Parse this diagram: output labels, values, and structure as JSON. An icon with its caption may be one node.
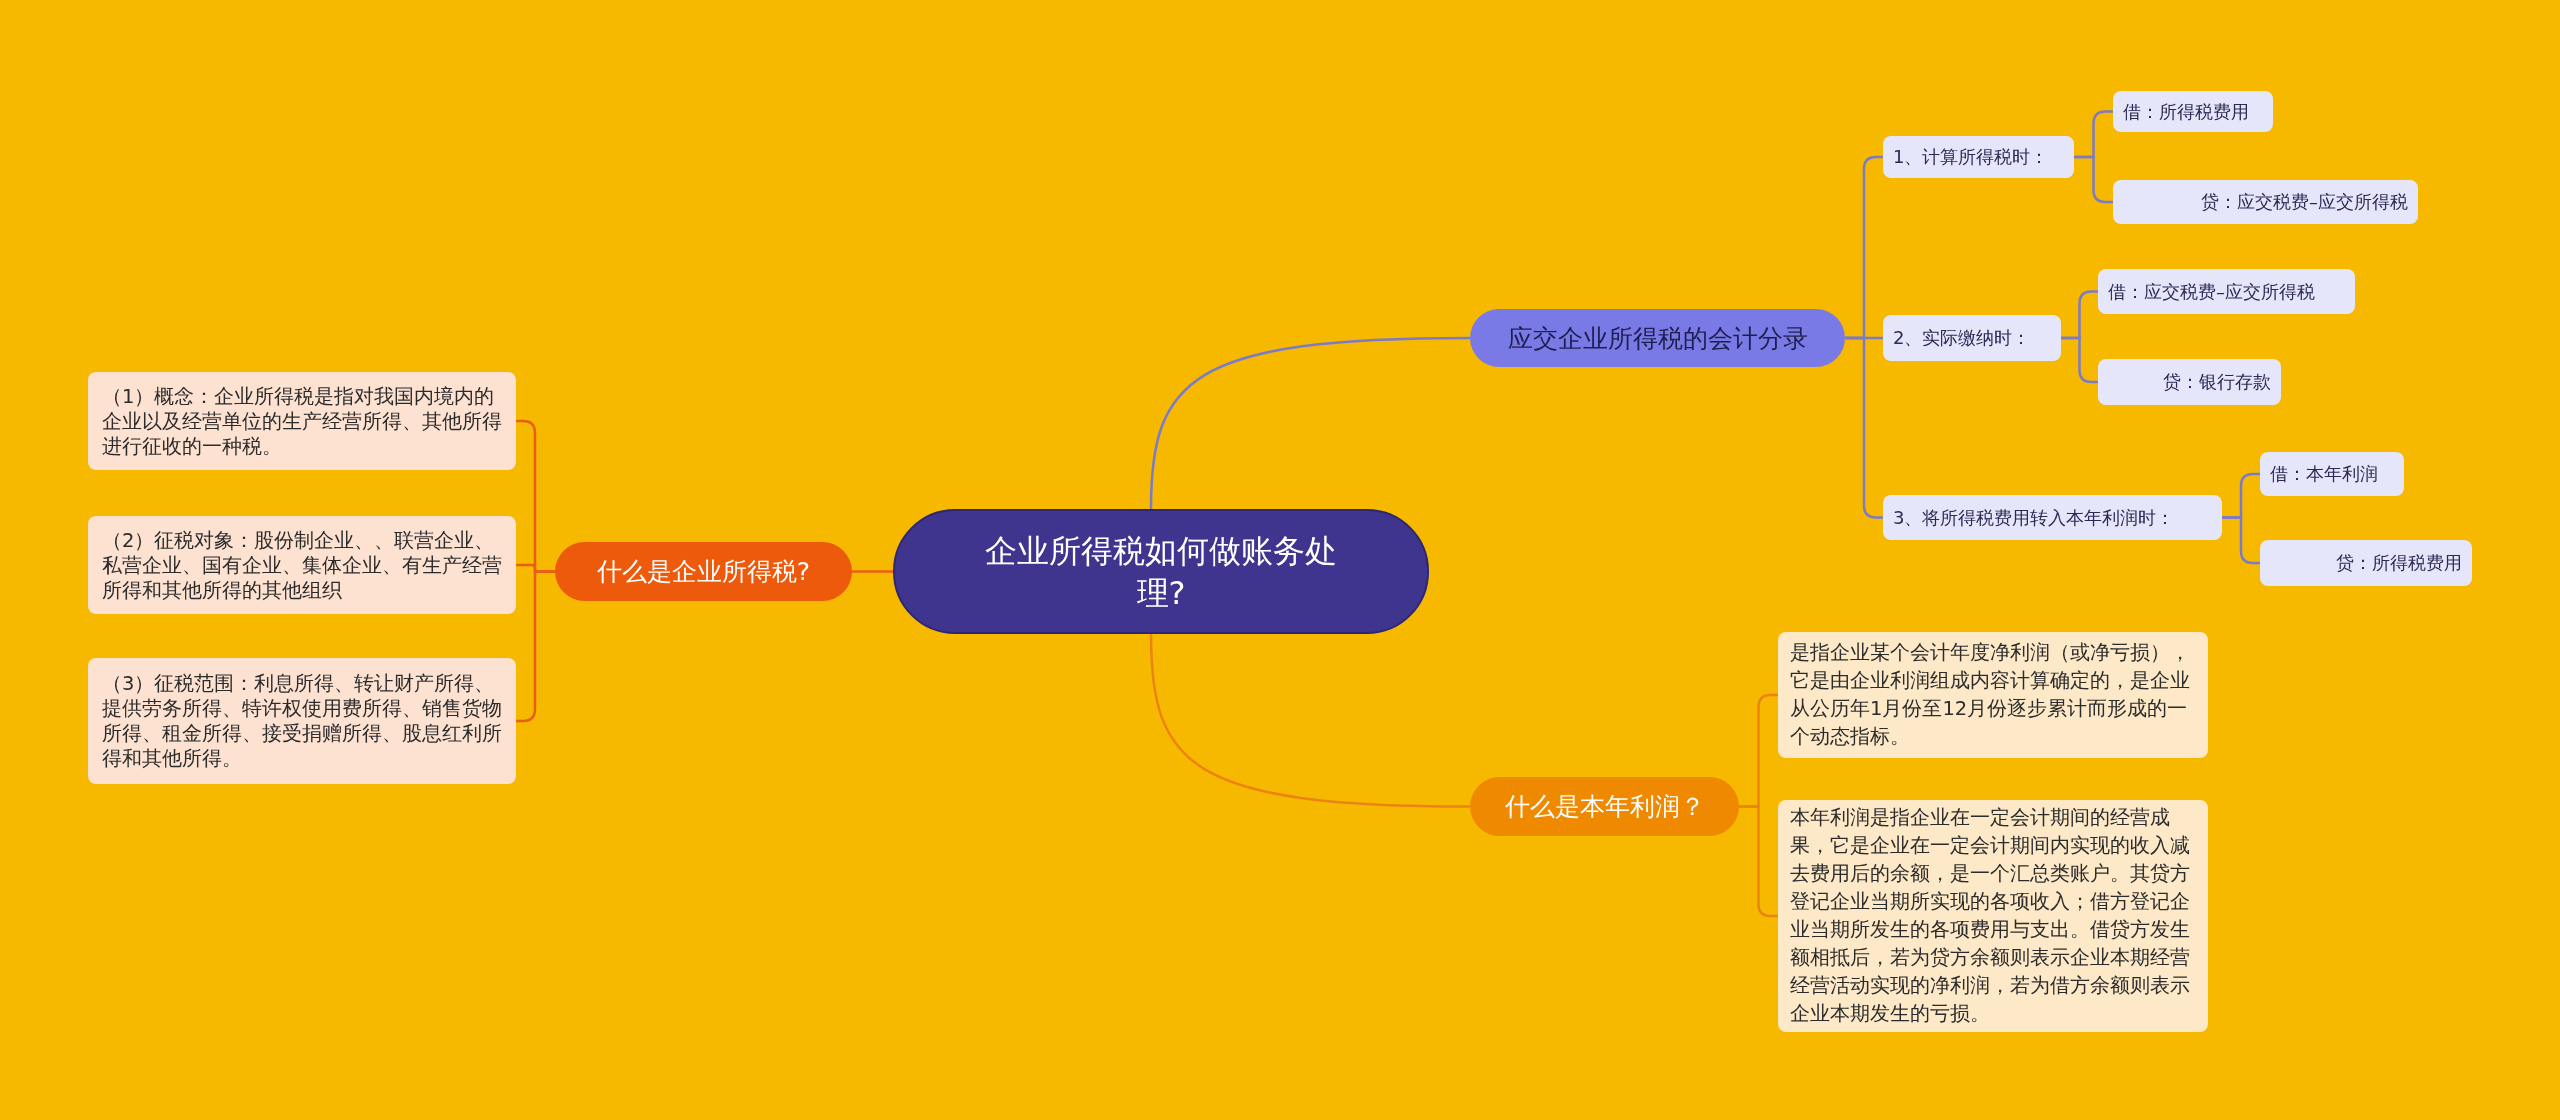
{
  "diagram": {
    "nodes": [
      {
        "text": [
          "企业所得税如何做账务处理?"
        ]
      },
      {
        "text": [
          "什么是企业所得税?"
        ]
      },
      {
        "text": [
          "（1）概念：企业所得税是指对我国内境内的企业以及经营单位的生产经营所得、其他所得进行征收的一种税。"
        ]
      },
      {
        "text": [
          "（2）征税对象：股份制企业、、联营企业、私营企业、国有企业、集体企业、有生产经营所得和其他所得的其他组织"
        ]
      },
      {
        "text": [
          "（3）征税范围：利息所得、转让财产所得、提供劳务所得、特许权使用费所得、销售货物所得、租金所得、接受捐赠所得、股息红利所得和其他所得。"
        ]
      },
      {
        "text": [
          "应交企业所得税的会计分录"
        ]
      },
      {
        "text": [
          "1、计算所得税时："
        ]
      },
      {
        "text": [
          "借：所得税费用"
        ]
      },
      {
        "text": [
          "贷：应交税费–应交所得税"
        ]
      },
      {
        "text": [
          "2、实际缴纳时："
        ]
      },
      {
        "text": [
          "借：应交税费–应交所得税"
        ]
      },
      {
        "text": [
          "贷：银行存款"
        ]
      },
      {
        "text": [
          "3、将所得税费用转入本年利润时："
        ]
      },
      {
        "text": [
          "借：本年利润"
        ]
      },
      {
        "text": [
          "贷：所得税费用"
        ]
      },
      {
        "text": [
          "什么是本年利润？"
        ]
      },
      {
        "text": [
          "是指企业某个会计年度净利润（或净亏损），它是由企业利润组成内容计算确定的，是企业从公历年1月份至12月份逐步累计而形成的一个动态指标。"
        ]
      },
      {
        "text": [
          "本年利润是指企业在一定会计期间的经营成果，它是企业在一定会计期间内实现的收入减去费用后的余额，是一个汇总类账户。其贷方登记企业当期所实现的各项收入；借方登记企业当期所发生的各项费用与支出。借贷方发生额相抵后，若为贷方余额则表示企业本期经营经营活动实现的净利润，若为借方余额则表示企业本期发生的亏损。"
        ]
      }
    ],
    "edges": [
      {
        "from": 0,
        "to": 1,
        "arrow": "none",
        "color": "#ea5f17"
      },
      {
        "from": 1,
        "to": 2,
        "arrow": "none",
        "color": "#ea5f17"
      },
      {
        "from": 1,
        "to": 3,
        "arrow": "none",
        "color": "#ea5f17"
      },
      {
        "from": 1,
        "to": 4,
        "arrow": "none",
        "color": "#ea5f17"
      },
      {
        "from": 0,
        "to": 5,
        "arrow": "none"
      },
      {
        "from": 5,
        "to": 6,
        "arrow": "none"
      },
      {
        "from": 5,
        "to": 9,
        "arrow": "none"
      },
      {
        "from": 5,
        "to": 12,
        "arrow": "none"
      },
      {
        "from": 6,
        "to": 7,
        "arrow": "none"
      },
      {
        "from": 6,
        "to": 8,
        "arrow": "none"
      },
      {
        "from": 9,
        "to": 10,
        "arrow": "none"
      },
      {
        "from": 9,
        "to": 11,
        "arrow": "none"
      },
      {
        "from": 12,
        "to": 13,
        "arrow": "none"
      },
      {
        "from": 12,
        "to": 14,
        "arrow": "none"
      },
      {
        "from": 0,
        "to": 15,
        "arrow": "none",
        "color": "#ec8413"
      },
      {
        "from": 15,
        "to": 16,
        "arrow": "none",
        "color": "#ec8413"
      },
      {
        "from": 15,
        "to": 17,
        "arrow": "none",
        "color": "#ec8413"
      }
    ]
  }
}
